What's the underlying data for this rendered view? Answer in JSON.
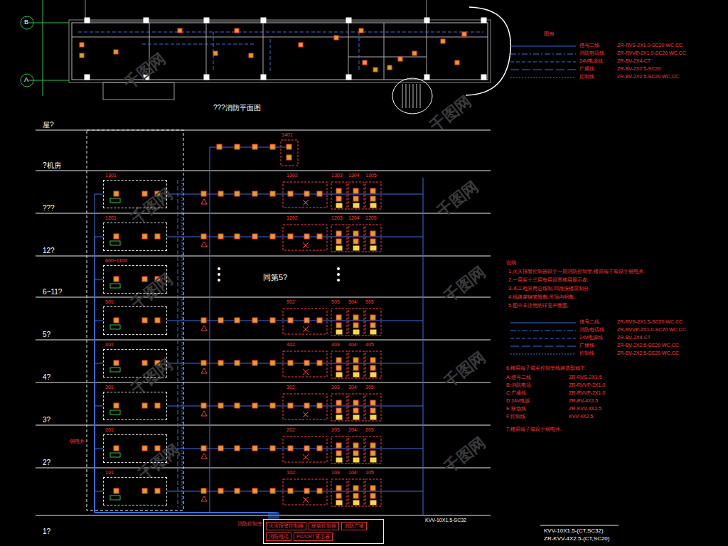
{
  "diagram": {
    "nodes": [
      {
        "text": [
          "1301"
        ]
      },
      {
        "text": [
          "1201"
        ]
      },
      {
        "text": [
          "600~1100"
        ]
      },
      {
        "text": [
          "501"
        ]
      },
      {
        "text": [
          "401"
        ]
      },
      {
        "text": [
          "301"
        ]
      },
      {
        "text": [
          "201"
        ]
      },
      {
        "text": [
          "101"
        ]
      },
      {
        "text": [
          "消防控制室"
        ]
      },
      {
        "text": [
          "火灾报警控制器"
        ],
        "in": 8
      },
      {
        "text": [
          "联动控制器"
        ],
        "in": 8
      },
      {
        "text": [
          "消防广播"
        ],
        "in": 8
      },
      {
        "text": [
          "消防电话"
        ],
        "in": 8
      },
      {
        "text": [
          "PC/CRT显示器"
        ],
        "in": 8
      }
    ],
    "edges": [
      {
        "from": 8,
        "to": 0,
        "arrow": "none"
      },
      {
        "from": 8,
        "to": 1,
        "arrow": "none"
      },
      {
        "from": 8,
        "to": 2,
        "arrow": "none"
      },
      {
        "from": 8,
        "to": 3,
        "arrow": "none"
      },
      {
        "from": 8,
        "to": 4,
        "arrow": "none"
      },
      {
        "from": 8,
        "to": 5,
        "arrow": "none"
      },
      {
        "from": 8,
        "to": 6,
        "arrow": "none"
      },
      {
        "from": 8,
        "to": 7,
        "arrow": "none"
      }
    ],
    "labels": [
      "B",
      "A",
      "???消防平面图",
      "屋?",
      "?机房",
      "???",
      "12?",
      "6~11?",
      "5?",
      "4?",
      "3?",
      "2?",
      "1?",
      "同第5?",
      "弱电井",
      "1401",
      "1302",
      "1303",
      "1304",
      "1305",
      "1202",
      "1203",
      "1204",
      "1205",
      "502",
      "503",
      "504",
      "505",
      "402",
      "403",
      "404",
      "405",
      "302",
      "303",
      "304",
      "305",
      "202",
      "203",
      "204",
      "205",
      "102",
      "103",
      "104",
      "105",
      "图例",
      "ZR-RVS-2X1.0-SC20 WC,CC",
      "ZR-RVVP-2X1.0-SC20 WC,CC",
      "ZR-BV-2X4-CT",
      "ZR-BV-2X2.5-SC20",
      "ZR-BV-2X2.5-SC20 WC,CC",
      "说明:",
      "1.火灾报警控制器设于一层消防控制室,楼层端子箱设于弱电井.",
      "2.一层至十三层每层设置楼层显示盘.",
      "3.本工程采用总线制,回路按楼层划分.",
      "4.线路穿钢管暗敷,吊顶内明敷.",
      "5.图中未注明的详见平面图.",
      "ZR-RVS-2X1.5-SC20 WC,CC",
      "ZR-RVVP-2X1.0-SC20 WC,CC",
      "ZR-BV-2X4-CT",
      "ZR-BV-2X2.5-SC20 WC,CC",
      "ZR-BV-2X2.5-SC20 WC,CC",
      "6.楼层端子箱至控制室线路选型如下:",
      "A:信号二线",
      "ZR-RVS-2X1.5",
      "B:消防电话",
      "ZR-RVVP-2X1.0",
      "C:广播线",
      "ZR-RVVP-2X1.0",
      "D:24V电源",
      "ZR-BV-4X2.5",
      "E:联动线",
      "ZR-KVV-4X2.5",
      "F:控制线",
      "KVV-4X2.5",
      "7.楼层端子箱设于弱电井.",
      "KVV-10X1.5-SC32",
      "KVV-10X1.5-(CT,SC32)",
      "ZR-KVV-4X2.5-(CT,SC20)",
      "千图网",
      "千图网",
      "千图网",
      "千图网",
      "千图网",
      "千图网",
      "千图网",
      "千图网",
      "千图网",
      "千图网"
    ],
    "legend": [
      {
        "text": "信号二线"
      },
      {
        "text": "消防电话线"
      },
      {
        "text": "24V电源线"
      },
      {
        "text": "广播线"
      },
      {
        "text": "控制线"
      },
      {
        "text": "信号二线"
      },
      {
        "text": "消防电话线"
      },
      {
        "text": "24V电源线"
      },
      {
        "text": "广播线"
      },
      {
        "text": "控制线"
      }
    ]
  }
}
